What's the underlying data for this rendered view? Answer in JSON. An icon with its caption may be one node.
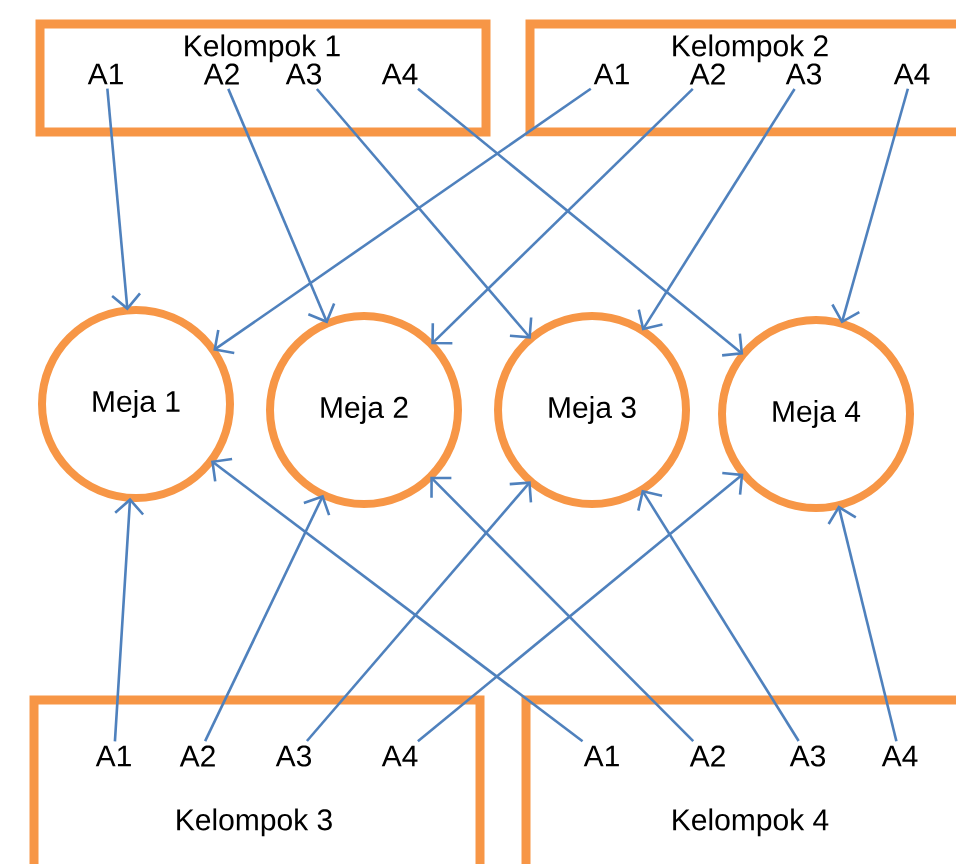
{
  "diagram": {
    "nodes": [
      {
        "text": [
          "Kelompok 1"
        ]
      },
      {
        "text": [
          "A1"
        ],
        "in": 0
      },
      {
        "text": [
          "A2"
        ],
        "in": 0
      },
      {
        "text": [
          "A3"
        ],
        "in": 0
      },
      {
        "text": [
          "A4"
        ],
        "in": 0
      },
      {
        "text": [
          "Kelompok 2"
        ]
      },
      {
        "text": [
          "A1"
        ],
        "in": 5
      },
      {
        "text": [
          "A2"
        ],
        "in": 5
      },
      {
        "text": [
          "A3"
        ],
        "in": 5
      },
      {
        "text": [
          "A4"
        ],
        "in": 5
      },
      {
        "text": [
          "Meja 1"
        ]
      },
      {
        "text": [
          "Meja 2"
        ]
      },
      {
        "text": [
          "Meja 3"
        ]
      },
      {
        "text": [
          "Meja 4"
        ]
      },
      {
        "text": [
          "Kelompok 3"
        ]
      },
      {
        "text": [
          "A1"
        ],
        "in": 14
      },
      {
        "text": [
          "A2"
        ],
        "in": 14
      },
      {
        "text": [
          "A3"
        ],
        "in": 14
      },
      {
        "text": [
          "A4"
        ],
        "in": 14
      },
      {
        "text": [
          "Kelompok 4"
        ]
      },
      {
        "text": [
          "A1"
        ],
        "in": 19
      },
      {
        "text": [
          "A2"
        ],
        "in": 19
      },
      {
        "text": [
          "A3"
        ],
        "in": 19
      },
      {
        "text": [
          "A4"
        ],
        "in": 19
      }
    ],
    "edges": [
      {
        "from": 1,
        "to": 10,
        "arrow": "to"
      },
      {
        "from": 2,
        "to": 11,
        "arrow": "to"
      },
      {
        "from": 3,
        "to": 12,
        "arrow": "to"
      },
      {
        "from": 4,
        "to": 13,
        "arrow": "to"
      },
      {
        "from": 6,
        "to": 10,
        "arrow": "to"
      },
      {
        "from": 7,
        "to": 11,
        "arrow": "to"
      },
      {
        "from": 8,
        "to": 12,
        "arrow": "to"
      },
      {
        "from": 9,
        "to": 13,
        "arrow": "to"
      },
      {
        "from": 15,
        "to": 10,
        "arrow": "to"
      },
      {
        "from": 16,
        "to": 11,
        "arrow": "to"
      },
      {
        "from": 17,
        "to": 12,
        "arrow": "to"
      },
      {
        "from": 18,
        "to": 13,
        "arrow": "to"
      },
      {
        "from": 20,
        "to": 10,
        "arrow": "to"
      },
      {
        "from": 21,
        "to": 11,
        "arrow": "to"
      },
      {
        "from": 22,
        "to": 12,
        "arrow": "to"
      },
      {
        "from": 23,
        "to": 13,
        "arrow": "to"
      }
    ]
  }
}
